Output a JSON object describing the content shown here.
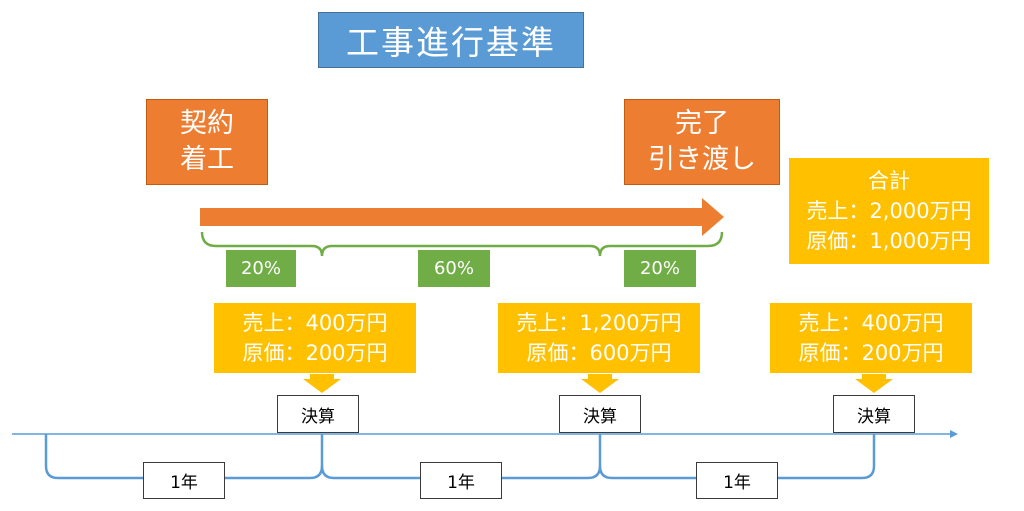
{
  "title": "工事進行基準",
  "start_box": {
    "line1": "契約",
    "line2": "着工"
  },
  "end_box": {
    "line1": "完了",
    "line2": "引き渡し"
  },
  "progress": [
    {
      "label": "20%"
    },
    {
      "label": "60%"
    },
    {
      "label": "20%"
    }
  ],
  "periods": [
    {
      "sales": "売上：400万円",
      "cost": "原価：200万円",
      "settlement": "決算",
      "year": "1年"
    },
    {
      "sales": "売上：1,200万円",
      "cost": "原価：600万円",
      "settlement": "決算",
      "year": "1年"
    },
    {
      "sales": "売上：400万円",
      "cost": "原価：200万円",
      "settlement": "決算",
      "year": "1年"
    }
  ],
  "total": {
    "heading": "合計",
    "sales": "売上：2,000万円",
    "cost": "原価：1,000万円"
  },
  "colors": {
    "title": "#5b9bd5",
    "orange": "#ed7d31",
    "green": "#70ad47",
    "yellow": "#ffc000",
    "timeline": "#5b9bd5"
  }
}
